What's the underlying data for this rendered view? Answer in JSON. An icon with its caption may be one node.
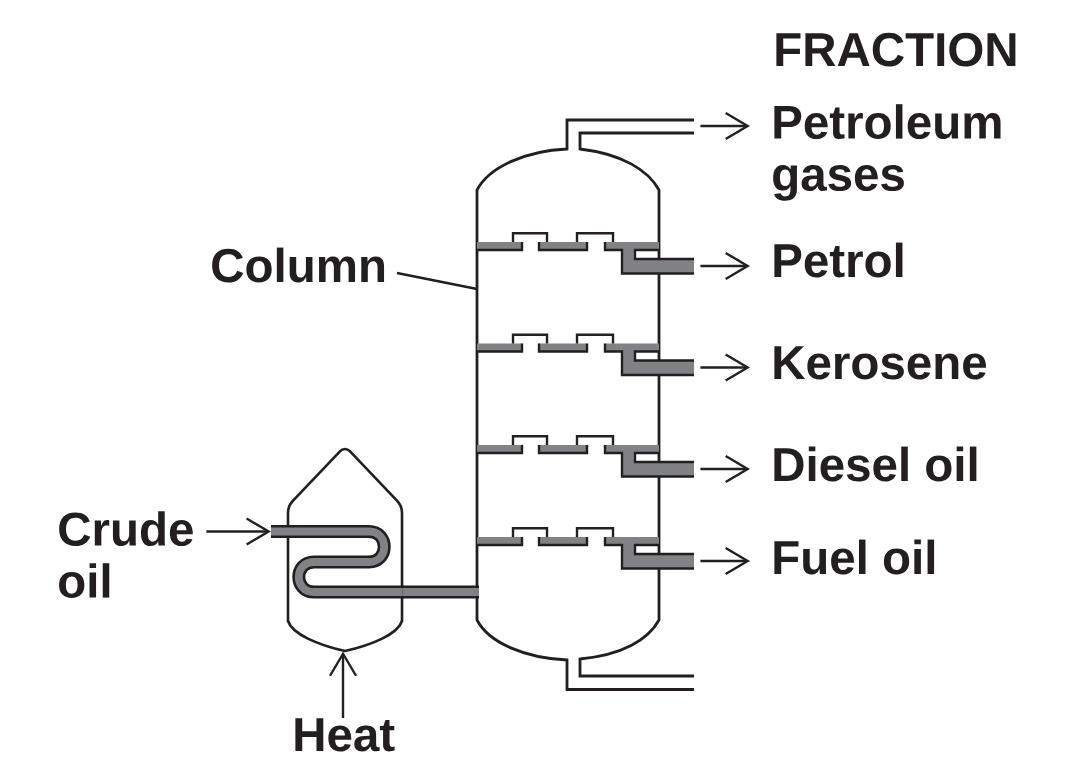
{
  "diagram": {
    "nodes": [
      {
        "text": [
          "Column"
        ]
      },
      {
        "text": [],
        "shape": "picture"
      },
      {
        "text": [
          "Petroleum gases"
        ]
      },
      {
        "text": [
          "Petrol"
        ]
      },
      {
        "text": [
          "Kerosene"
        ]
      },
      {
        "text": [
          "Diesel oil"
        ]
      },
      {
        "text": [
          "Fuel oil"
        ]
      },
      {
        "text": [
          "Crude oil"
        ]
      },
      {
        "text": [],
        "shape": "picture"
      },
      {
        "text": [
          "Heat"
        ]
      }
    ],
    "edges": [
      {
        "from": 0,
        "to": 1,
        "arrow": "none"
      },
      {
        "from": 1,
        "to": 2,
        "arrow": "to"
      },
      {
        "from": 1,
        "to": 3,
        "arrow": "to"
      },
      {
        "from": 1,
        "to": 4,
        "arrow": "to"
      },
      {
        "from": 1,
        "to": 5,
        "arrow": "to"
      },
      {
        "from": 1,
        "to": 6,
        "arrow": "to"
      },
      {
        "from": 7,
        "to": 8,
        "arrow": "to"
      },
      {
        "from": 9,
        "to": 8,
        "arrow": "to"
      },
      {
        "from": 8,
        "to": 1,
        "arrow": "none",
        "style": "thick"
      }
    ],
    "labels": [
      "FRACTION"
    ]
  }
}
